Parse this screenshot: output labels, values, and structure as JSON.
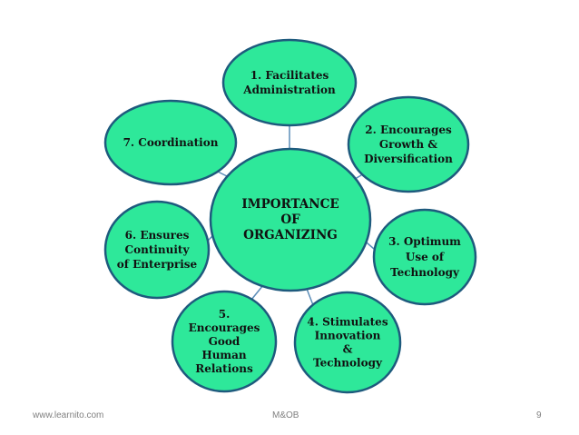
{
  "diagram": {
    "center": {
      "lines": [
        "IMPORTANCE",
        "OF",
        "ORGANIZING"
      ]
    },
    "nodes": [
      {
        "id": "facilitates-administration",
        "lines": [
          "1. Facilitates",
          "Administration"
        ]
      },
      {
        "id": "encourages-growth",
        "lines": [
          "2. Encourages",
          "Growth &",
          "Diversification"
        ]
      },
      {
        "id": "optimum-use-technology",
        "lines": [
          "3. Optimum",
          "Use of",
          "Technology"
        ]
      },
      {
        "id": "stimulates-innovation",
        "lines": [
          "4. Stimulates",
          "Innovation",
          "&",
          "Technology"
        ]
      },
      {
        "id": "human-relations",
        "lines": [
          "5.",
          "Encourages",
          "Good",
          "Human",
          "Relations"
        ]
      },
      {
        "id": "continuity-enterprise",
        "lines": [
          "6. Ensures",
          "Continuity",
          "of Enterprise"
        ]
      },
      {
        "id": "coordination",
        "lines": [
          "7. Coordination"
        ]
      }
    ],
    "colors": {
      "fill": "#2EE89A",
      "stroke": "#1E5A7D",
      "connector": "#5B8DB8"
    }
  },
  "footer": {
    "left": "www.learnito.com",
    "center": "M&OB",
    "right": "9"
  }
}
